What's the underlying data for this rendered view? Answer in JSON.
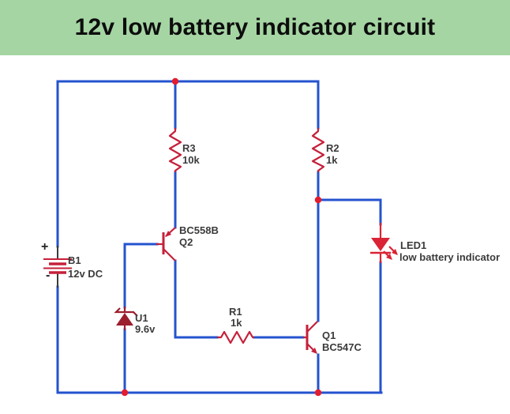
{
  "title": "12v low battery indicator circuit",
  "colors": {
    "header_bg": "#a5d5a3",
    "wire_blue": "#2453cf",
    "component_red": "#c5203a",
    "dark_red": "#9c1f2e",
    "led_red": "#da2334",
    "junction_red": "#e21d30",
    "label_text": "#3b3b3b",
    "battery_lead": "#3c3c3c",
    "title_text": "#0d0d0d"
  },
  "components": {
    "battery": {
      "ref": "B1",
      "value": "12v DC",
      "plus": "+",
      "minus": "-"
    },
    "r3": {
      "ref": "R3",
      "value": "10k"
    },
    "r2": {
      "ref": "R2",
      "value": "1k"
    },
    "r1": {
      "ref": "R1",
      "value": "1k"
    },
    "q2": {
      "part": "BC558B",
      "ref": "Q2"
    },
    "q1": {
      "ref": "Q1",
      "part": "BC547C"
    },
    "u1": {
      "ref": "U1",
      "value": "9.6v"
    },
    "led1": {
      "ref": "LED1",
      "desc": "low battery indicator"
    }
  }
}
